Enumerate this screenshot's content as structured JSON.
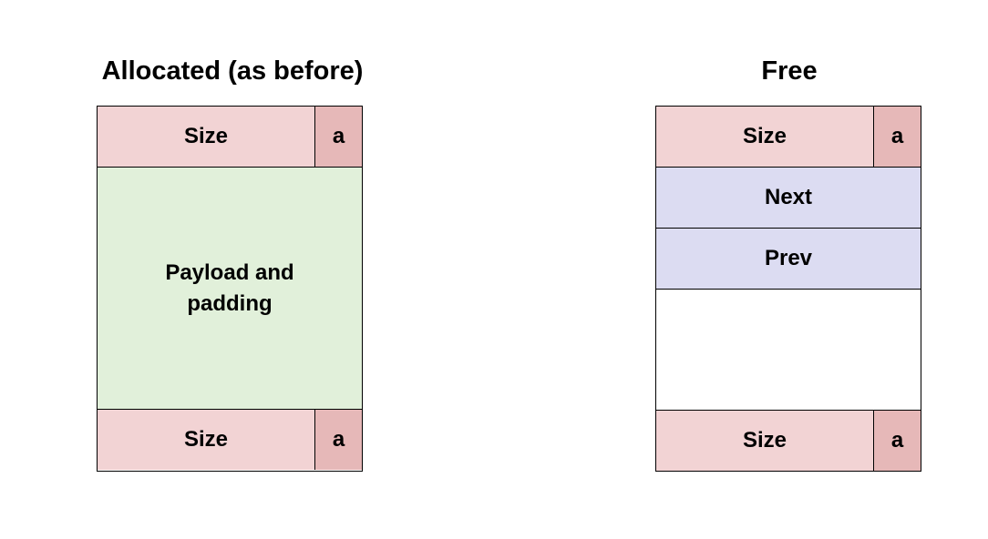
{
  "allocated": {
    "title": "Allocated (as before)",
    "header": {
      "size": "Size",
      "flag": "a"
    },
    "payload": "Payload and\npadding",
    "footer": {
      "size": "Size",
      "flag": "a"
    }
  },
  "free": {
    "title": "Free",
    "header": {
      "size": "Size",
      "flag": "a"
    },
    "next": "Next",
    "prev": "Prev",
    "footer": {
      "size": "Size",
      "flag": "a"
    }
  },
  "colors": {
    "size_fill": "#f2d3d4",
    "flag_fill": "#e6b8b8",
    "payload_fill": "#e1f0da",
    "pointer_fill": "#dcdcf2"
  }
}
